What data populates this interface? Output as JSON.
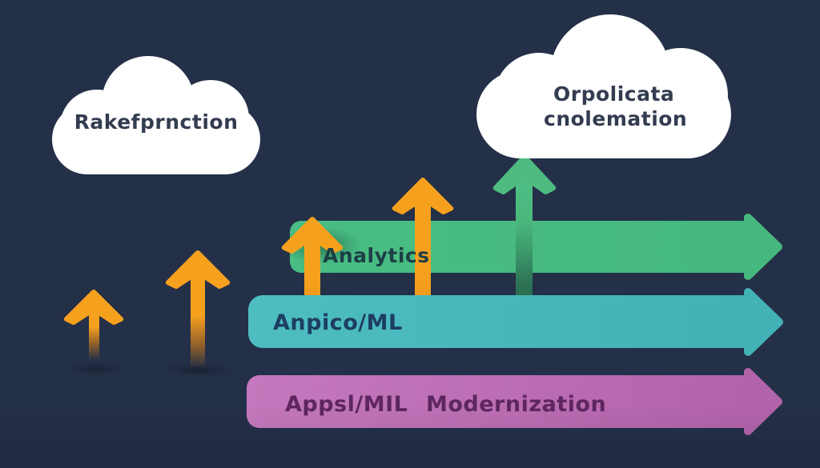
{
  "illustration": {
    "background_color": "#243048",
    "clouds": {
      "left": {
        "label": "Rakefprnction",
        "fill": "#ffffff",
        "text_color": "#333c50"
      },
      "right": {
        "lines": [
          "Orpolicata",
          "cnolemation"
        ],
        "fill": "#ffffff",
        "text_color": "#333c50"
      }
    },
    "bars": [
      {
        "label": "Analytics",
        "color": "#49bd84",
        "color_end": "#46b87e",
        "text_color": "#1d3f45"
      },
      {
        "label": "Anpico/ML",
        "color": "#4dbdc1",
        "color_end": "#43b2b6",
        "text_color": "#1d3e60"
      },
      {
        "label": "Appsl/MIL",
        "label2": "Modernization",
        "color": "#c478bd",
        "color_end": "#b264ab",
        "text_color": "#5e2660"
      }
    ],
    "up_arrows": {
      "orange_color": "#f6a11e",
      "green_color": "#4fbb81",
      "orange_count": 4,
      "green_count": 1
    }
  }
}
